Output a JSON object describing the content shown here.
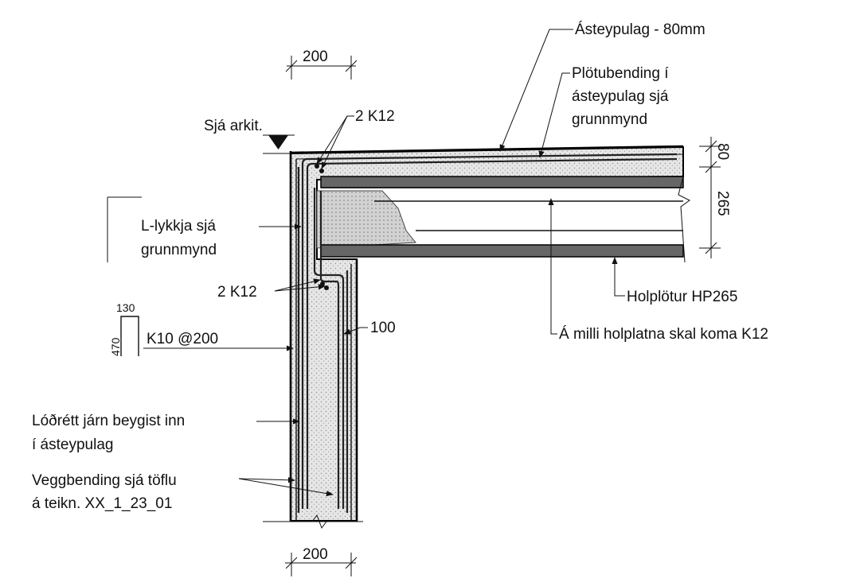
{
  "labels": {
    "topping": "Ásteypulag - 80mm",
    "slab_reinf_1": "Plötubending í",
    "slab_reinf_2": "ásteypulag sjá",
    "slab_reinf_3": "grunnmynd",
    "level": "Sjá arkit.",
    "top_bars": "2 K12",
    "lloop_1": "L-lykkja sjá",
    "lloop_2": "grunnmynd",
    "corner_bars": "2 K12",
    "stirrup": "K10 @200",
    "stirrup_w": "130",
    "stirrup_h": "470",
    "cover": "100",
    "hollowcore": "Holplötur HP265",
    "between": "Á milli holplatna skal koma K12",
    "vertical_1": "Lóðrétt járn beygist inn",
    "vertical_2": "í ásteypulag",
    "wall_reinf_1": "Veggbending sjá töflu",
    "wall_reinf_2": "á teikn. XX_1_23_01"
  },
  "dimensions": {
    "top_width": "200",
    "bottom_width": "200",
    "topping_thk": "80",
    "slab_thk": "265"
  }
}
